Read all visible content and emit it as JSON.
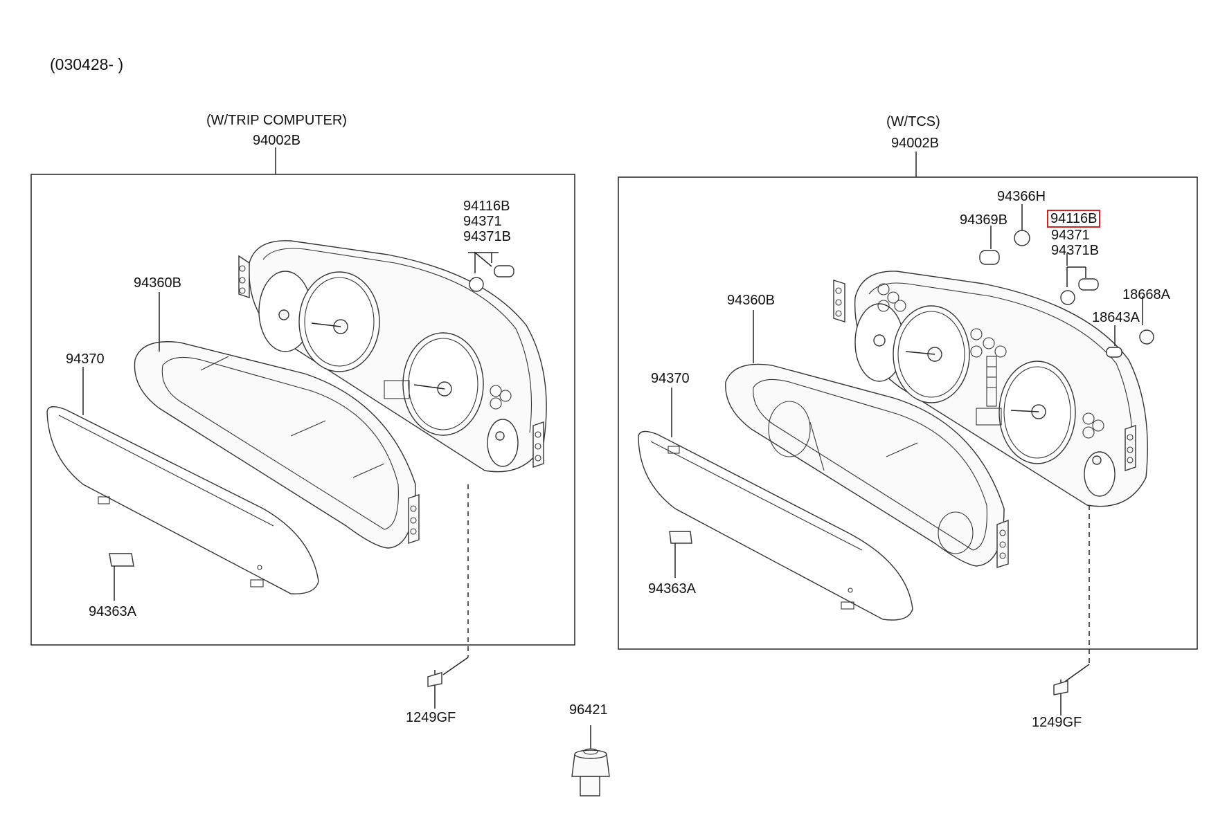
{
  "header": {
    "revision": "(030428- )"
  },
  "left_panel": {
    "option": "(W/TRIP COMPUTER)",
    "assembly": "94002B",
    "bulb_1": "94116B",
    "bulb_2": "94371",
    "bulb_3": "94371B",
    "housing": "94360B",
    "lens": "94370",
    "pad": "94363A",
    "screw": "1249GF"
  },
  "right_panel": {
    "option": "(W/TCS)",
    "assembly": "94002B",
    "socket": "94366H",
    "bulb_a": "94369B",
    "bulb_1": "94116B",
    "bulb_2": "94371",
    "bulb_3": "94371B",
    "bulb_b": "18668A",
    "bulb_c": "18643A",
    "housing": "94360B",
    "lens": "94370",
    "pad": "94363A",
    "screw": "1249GF"
  },
  "bottom": {
    "sensor": "96421"
  },
  "highlight_color": "#d42020"
}
